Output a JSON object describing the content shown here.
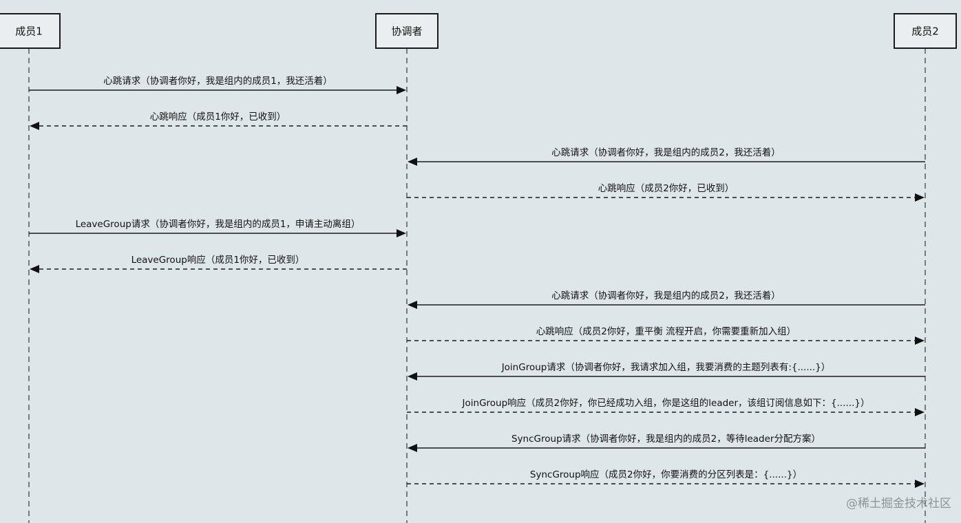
{
  "actors": [
    {
      "id": "m1",
      "label": "成员1"
    },
    {
      "id": "co",
      "label": "协调者"
    },
    {
      "id": "m2",
      "label": "成员2"
    }
  ],
  "messages": [
    {
      "from": "m1",
      "to": "co",
      "style": "solid",
      "label": "心跳请求（协调者你好，我是组内的成员1，我还活着）"
    },
    {
      "from": "co",
      "to": "m1",
      "style": "dashed",
      "label": "心跳响应（成员1你好，已收到）"
    },
    {
      "from": "m2",
      "to": "co",
      "style": "solid",
      "label": "心跳请求（协调者你好，我是组内的成员2，我还活着）"
    },
    {
      "from": "co",
      "to": "m2",
      "style": "dashed",
      "label": "心跳响应（成员2你好，已收到）"
    },
    {
      "from": "m1",
      "to": "co",
      "style": "solid",
      "label": "LeaveGroup请求（协调者你好，我是组内的成员1，申请主动离组）"
    },
    {
      "from": "co",
      "to": "m1",
      "style": "dashed",
      "label": "LeaveGroup响应（成员1你好，已收到）"
    },
    {
      "from": "m2",
      "to": "co",
      "style": "solid",
      "label": "心跳请求（协调者你好，我是组内的成员2，我还活着）"
    },
    {
      "from": "co",
      "to": "m2",
      "style": "dashed",
      "label": "心跳响应（成员2你好，重平衡 流程开启，你需要重新加入组）"
    },
    {
      "from": "m2",
      "to": "co",
      "style": "solid",
      "label": "JoinGroup请求（协调者你好，我请求加入组，我要消费的主题列表有:{......}）"
    },
    {
      "from": "co",
      "to": "m2",
      "style": "dashed",
      "label": "JoinGroup响应（成员2你好，你已经成功入组，你是这组的leader，该组订阅信息如下：{......}）"
    },
    {
      "from": "m2",
      "to": "co",
      "style": "solid",
      "label": "SyncGroup请求（协调者你好，我是组内的成员2，等待leader分配方案）"
    },
    {
      "from": "co",
      "to": "m2",
      "style": "dashed",
      "label": "SyncGroup响应（成员2你好，你要消费的分区列表是：{......}）"
    }
  ],
  "watermark": "@稀土掘金技术社区"
}
